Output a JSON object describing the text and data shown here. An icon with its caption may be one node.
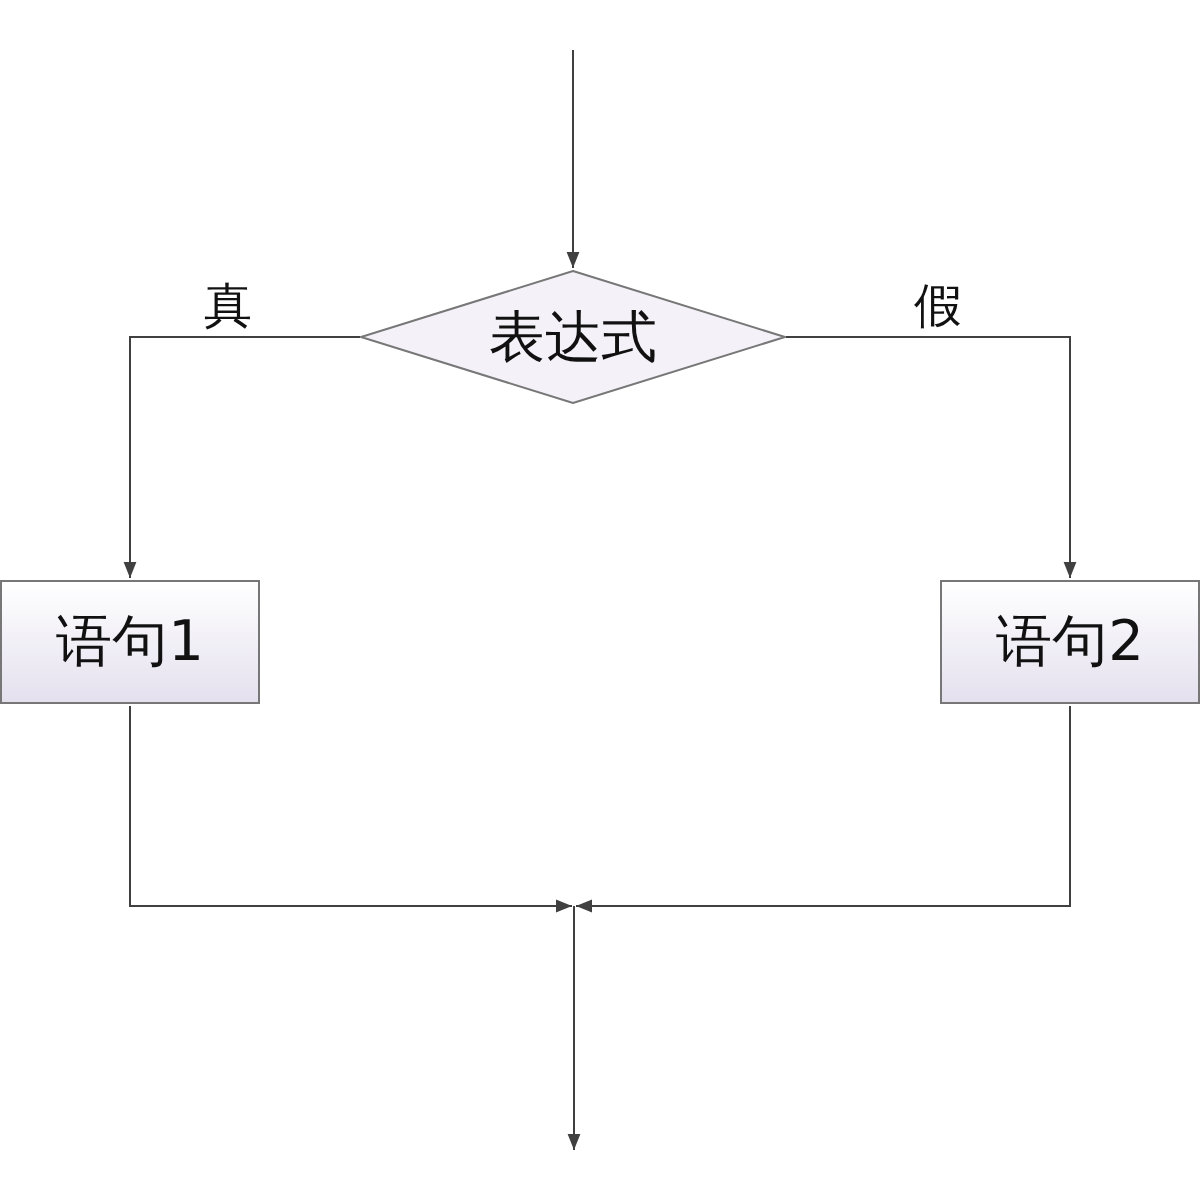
{
  "diagram": {
    "nodes": [
      {
        "text": [
          "表达式"
        ]
      },
      {
        "text": [
          "语句1"
        ]
      },
      {
        "text": [
          "语句2"
        ]
      }
    ],
    "edges": [
      {
        "from": null,
        "to": 0,
        "arrow": "to"
      },
      {
        "from": 0,
        "to": 1,
        "arrow": "to",
        "label": "真"
      },
      {
        "from": 0,
        "to": 2,
        "arrow": "to",
        "label": "假"
      },
      {
        "from": 1,
        "to": null,
        "arrow": "to"
      },
      {
        "from": 2,
        "to": null,
        "arrow": "to"
      }
    ]
  }
}
